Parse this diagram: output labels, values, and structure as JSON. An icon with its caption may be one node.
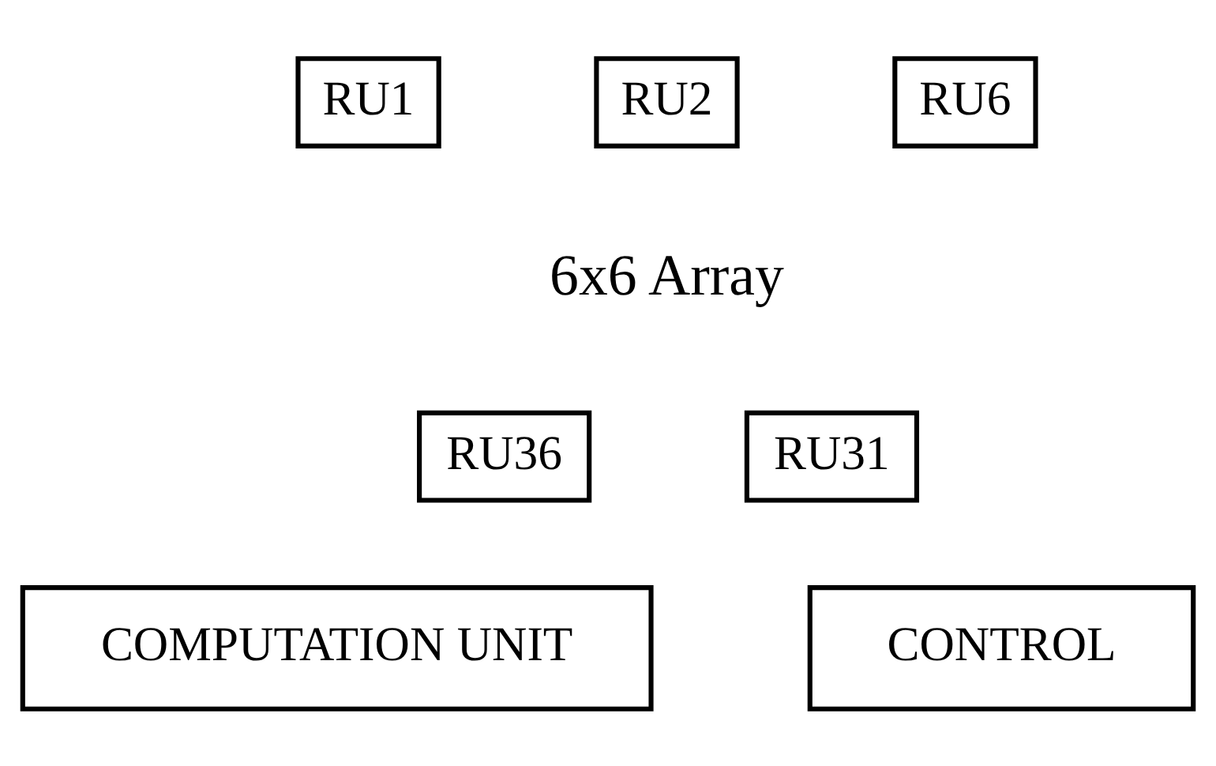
{
  "diagram": {
    "nodes": [
      {
        "text": [
          "RU1"
        ]
      },
      {
        "text": [
          "RU2"
        ]
      },
      {
        "text": [
          "RU6"
        ]
      },
      {
        "text": [
          "RU36"
        ]
      },
      {
        "text": [
          "RU31"
        ]
      },
      {
        "text": [
          "COMPUTATION UNIT"
        ]
      },
      {
        "text": [
          "CONTROL"
        ]
      }
    ],
    "edges": [],
    "labels": [
      "6x6 Array"
    ]
  }
}
